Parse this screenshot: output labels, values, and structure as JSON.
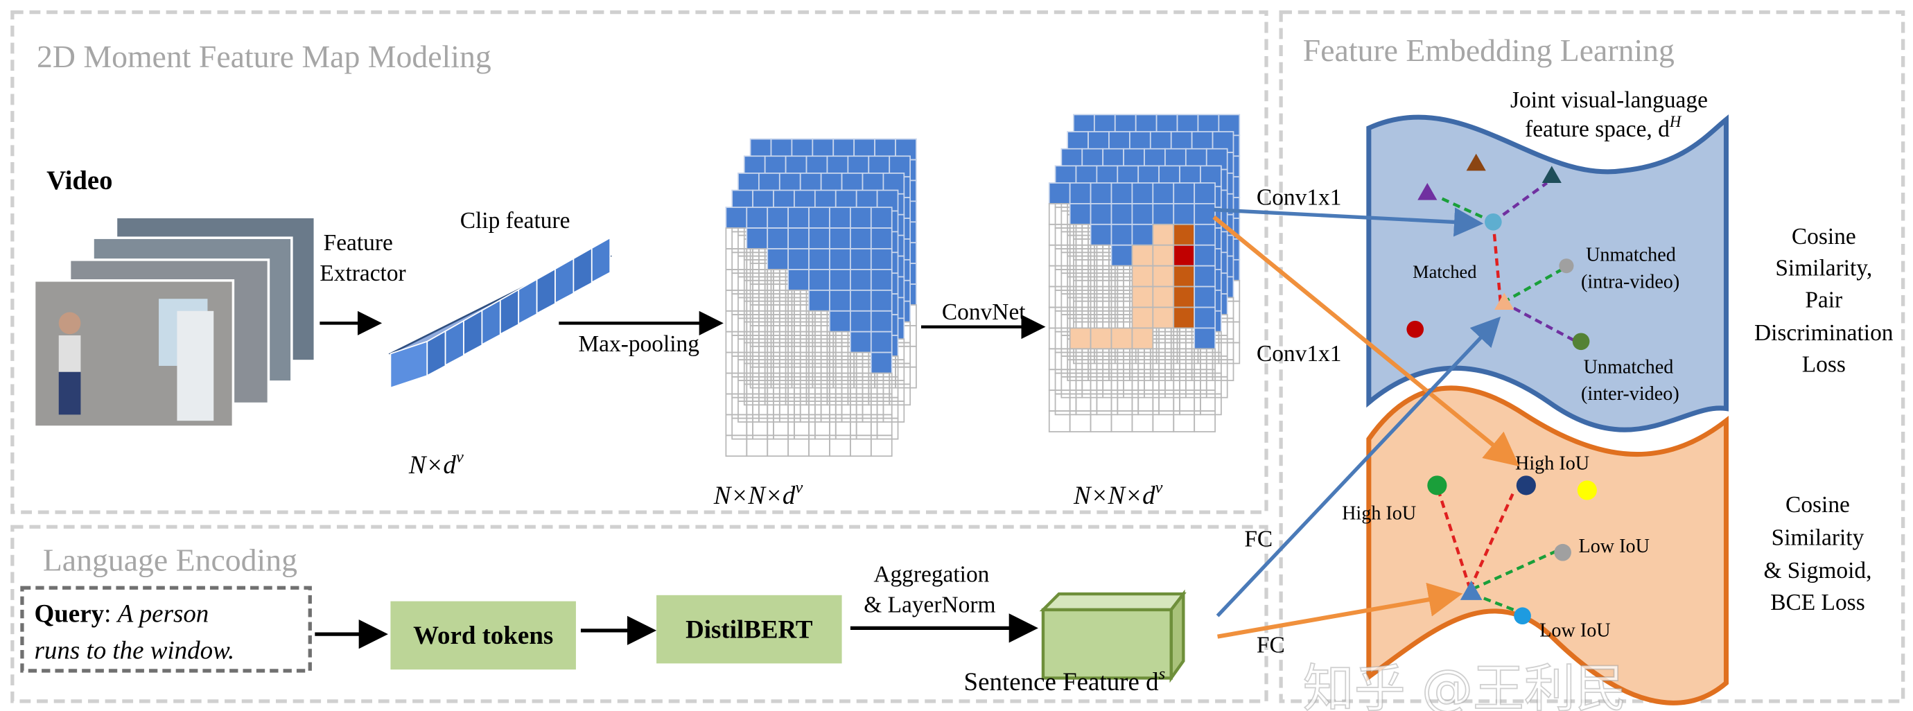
{
  "sections": {
    "moment": "2D Moment Feature Map Modeling",
    "language": "Language Encoding",
    "embedding": "Feature Embedding Learning"
  },
  "video": {
    "label": "Video",
    "extractor_line1": "Feature",
    "extractor_line2": "Extractor",
    "clip_feature": "Clip feature",
    "clip_dim": "N×d",
    "clip_dim_sup": "v",
    "maxpool": "Max-pooling",
    "map_dim": "N×N×d",
    "map_dim_sup": "v",
    "convnet": "ConvNet",
    "conv1": "Conv1x1",
    "conv2": "Conv1x1"
  },
  "language": {
    "query_label": "Query",
    "query_text_1": "A person",
    "query_text_2": "runs to the window.",
    "word_tokens": "Word tokens",
    "distilbert": "DistilBERT",
    "agg_line1": "Aggregation",
    "agg_line2": "& LayerNorm",
    "sentence_feature": "Sentence Feature d",
    "sentence_sup": "s",
    "fc1": "FC",
    "fc2": "FC"
  },
  "embedding": {
    "joint_line1": "Joint visual-language",
    "joint_line2": "feature space, d",
    "joint_sup": "H",
    "matched": "Matched",
    "unmatched_intra_1": "Unmatched",
    "unmatched_intra_2": "(intra-video)",
    "unmatched_inter_1": "Unmatched",
    "unmatched_inter_2": "(inter-video)",
    "high_iou_1": "High IoU",
    "high_iou_2": "High IoU",
    "low_iou_1": "Low IoU",
    "low_iou_2": "Low IoU",
    "loss1": [
      "Cosine",
      "Similarity,",
      "Pair",
      "Discrimination",
      "Loss"
    ],
    "loss2": [
      "Cosine",
      "Similarity",
      "& Sigmoid,",
      "BCE Loss"
    ]
  },
  "watermark": "知乎 @王利民",
  "colors": {
    "blue_cell": "#4a7fd0",
    "blue_space": "#aec3e0",
    "blue_edge": "#3e6aa8",
    "orange_space": "#f8cba6",
    "orange_edge": "#e0701f",
    "green_box": "#bcd597",
    "arrow_blue": "#4a7ab8",
    "arrow_orange": "#f0903c"
  }
}
